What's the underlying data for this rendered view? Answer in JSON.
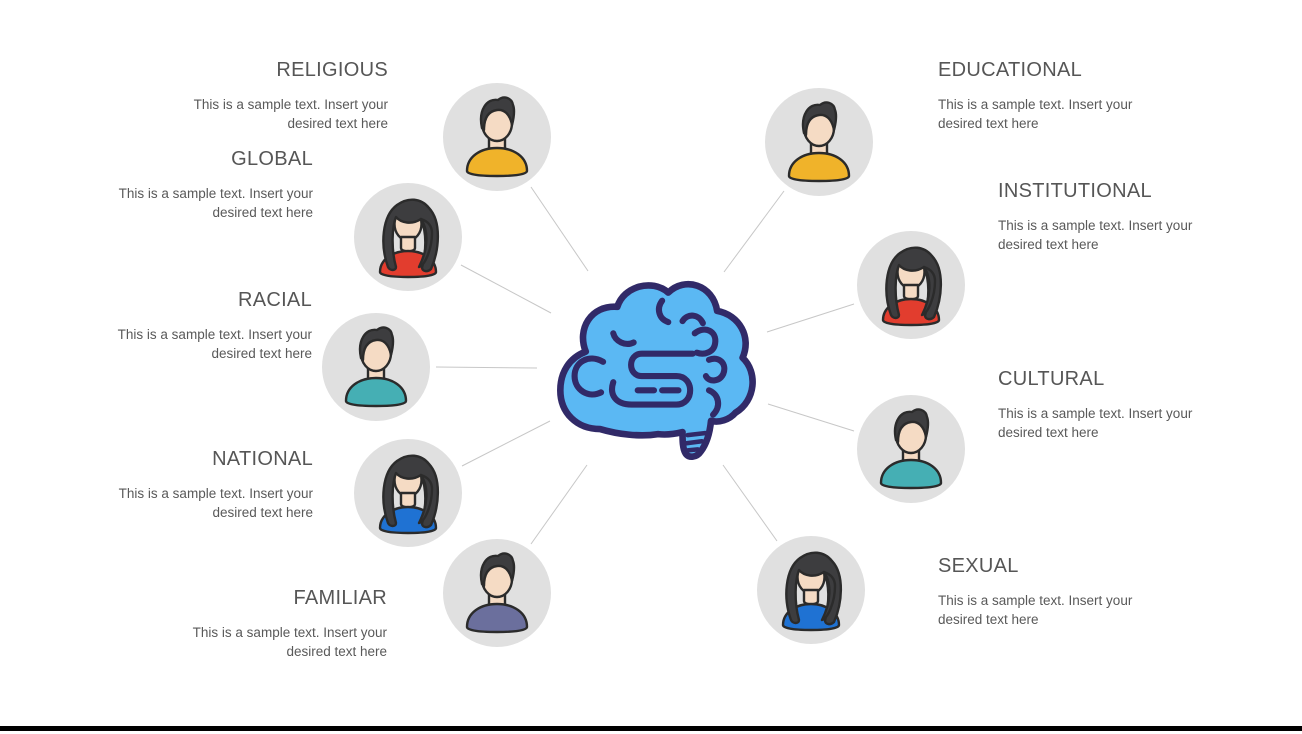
{
  "slide": {
    "background": "#FFFFFF"
  },
  "colors": {
    "circle_bg": "#E0E0E0",
    "skin": "#F5DBC4",
    "hair": "#3D3D3F",
    "outline": "#2B2B2B",
    "connector": "#C7C7C7",
    "text_title": "#565656",
    "text_body": "#595959",
    "brain_fill": "#5BB8F3",
    "brain_stroke": "#312A68",
    "footer": "#000000"
  },
  "center": {
    "icon": "brain-icon"
  },
  "items": [
    {
      "id": "religious",
      "label": "RELIGIOUS",
      "body": "This is a sample text. Insert your desired text here",
      "side": "left",
      "avatar": "person-male-icon",
      "shirt_color": "#F0B32A"
    },
    {
      "id": "global",
      "label": "GLOBAL",
      "body": "This is a sample text. Insert your desired text here",
      "side": "left",
      "avatar": "person-female-icon",
      "shirt_color": "#E23D2E"
    },
    {
      "id": "racial",
      "label": "RACIAL",
      "body": "This is a sample text. Insert your desired text here",
      "side": "left",
      "avatar": "person-male-icon",
      "shirt_color": "#45AFB4"
    },
    {
      "id": "national",
      "label": "NATIONAL",
      "body": "This is a sample text. Insert your desired text here",
      "side": "left",
      "avatar": "person-female-icon",
      "shirt_color": "#1F72D3"
    },
    {
      "id": "familiar",
      "label": "FAMILIAR",
      "body": "This is a sample text. Insert your desired text here",
      "side": "left",
      "avatar": "person-male-icon",
      "shirt_color": "#6B6F9D"
    },
    {
      "id": "educational",
      "label": "EDUCATIONAL",
      "body": "This is a sample text. Insert your desired text here",
      "side": "right",
      "avatar": "person-male-icon",
      "shirt_color": "#F0B32A"
    },
    {
      "id": "institutional",
      "label": "INSTITUTIONAL",
      "body": "This is a sample text. Insert your desired text here",
      "side": "right",
      "avatar": "person-female-icon",
      "shirt_color": "#E23D2E"
    },
    {
      "id": "cultural",
      "label": "CULTURAL",
      "body": "This is a sample text. Insert your desired text here",
      "side": "right",
      "avatar": "person-male-icon",
      "shirt_color": "#45AFB4"
    },
    {
      "id": "sexual",
      "label": "SEXUAL",
      "body": "This is a sample text. Insert your desired text here",
      "side": "right",
      "avatar": "person-female-icon",
      "shirt_color": "#1F72D3"
    }
  ]
}
